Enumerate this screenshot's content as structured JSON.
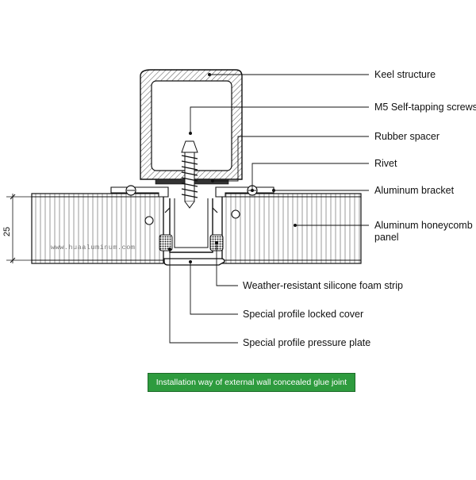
{
  "diagram": {
    "labels": {
      "keel": "Keel structure",
      "screws": "M5 Self-tapping screws",
      "spacer": "Rubber spacer",
      "rivet": "Rivet",
      "bracket": "Aluminum bracket",
      "panel_line1": "Aluminum honeycomb",
      "panel_line2": "panel",
      "foam": "Weather-resistant silicone foam strip",
      "cover": "Special profile locked cover",
      "plate": "Special profile pressure plate"
    },
    "dimension": "25",
    "watermark": "www.huaaluminum.com",
    "caption": "Installation way of external wall concealed glue joint"
  }
}
